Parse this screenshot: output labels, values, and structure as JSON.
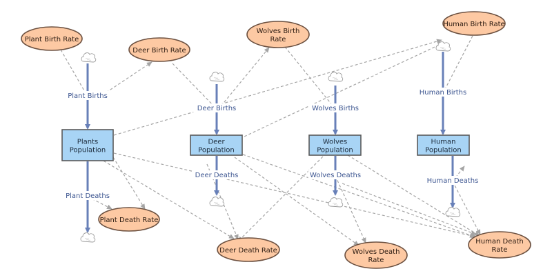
{
  "colors": {
    "stock_fill": "#a8d4f5",
    "aux_fill": "#fdc9a3",
    "flow": "#6880b8",
    "link": "#a4a4a4"
  },
  "stocks": [
    {
      "id": "plants",
      "label": [
        "Plants",
        "Population"
      ]
    },
    {
      "id": "deer",
      "label": [
        "Deer",
        "Population"
      ]
    },
    {
      "id": "wolves",
      "label": [
        "Wolves",
        "Population"
      ]
    },
    {
      "id": "human",
      "label": [
        "Human",
        "Population"
      ]
    }
  ],
  "flows": [
    {
      "id": "plant-births",
      "label": "Plant Births"
    },
    {
      "id": "plant-deaths",
      "label": "Plant Deaths"
    },
    {
      "id": "deer-births",
      "label": "Deer Births"
    },
    {
      "id": "deer-deaths",
      "label": "Deer Deaths"
    },
    {
      "id": "wolves-births",
      "label": "Wolves Births"
    },
    {
      "id": "wolves-deaths",
      "label": "Wolves Deaths"
    },
    {
      "id": "human-births",
      "label": "Human Births"
    },
    {
      "id": "human-deaths",
      "label": "Human Deaths"
    }
  ],
  "auxiliaries": [
    {
      "id": "plant-birth-rate",
      "label": [
        "Plant Birth Rate"
      ]
    },
    {
      "id": "deer-birth-rate",
      "label": [
        "Deer Birth Rate"
      ]
    },
    {
      "id": "wolves-birth-rate",
      "label": [
        "Wolves Birth",
        "Rate"
      ]
    },
    {
      "id": "human-birth-rate",
      "label": [
        "Human Birth Rate"
      ]
    },
    {
      "id": "plant-death-rate",
      "label": [
        "Plant Death Rate"
      ]
    },
    {
      "id": "deer-death-rate",
      "label": [
        "Deer Death Rate"
      ]
    },
    {
      "id": "wolves-death-rate",
      "label": [
        "Wolves Death",
        "Rate"
      ]
    },
    {
      "id": "human-death-rate",
      "label": [
        "Human Death",
        "Rate"
      ]
    }
  ]
}
